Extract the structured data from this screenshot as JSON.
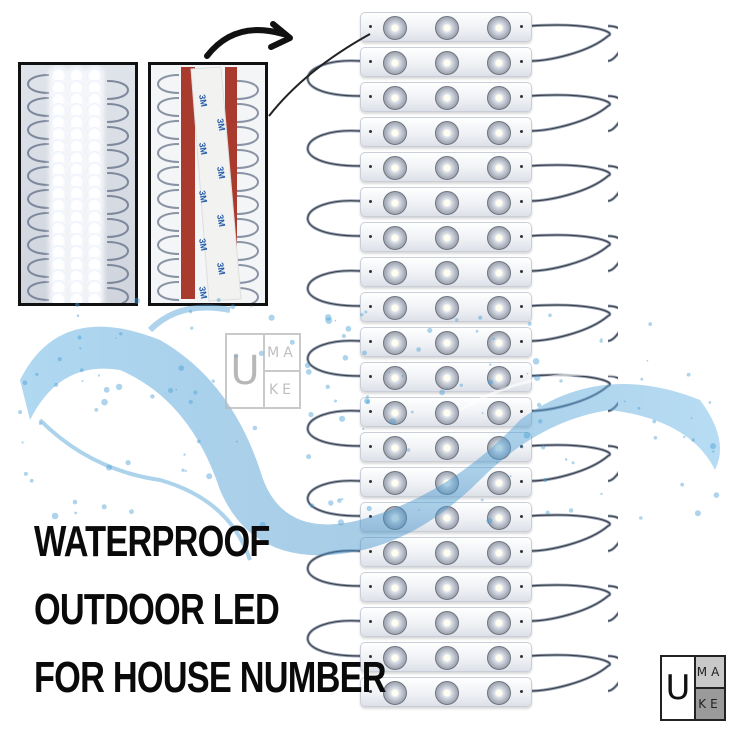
{
  "headline": {
    "line1": "WATERPROOF",
    "line2": "OUTDOOR LED",
    "line3": "FOR HOUSE NUMBER"
  },
  "logo": {
    "letter": "U",
    "top": "MA",
    "bottom": "KE"
  },
  "watermark": {
    "letter": "U",
    "top": "MA",
    "bottom": "KE"
  },
  "inset_tape_label": "3M",
  "colors": {
    "headline": "#0a0a0a",
    "water": "#4a9fd4",
    "logo_border": "#222222",
    "logo_top": "#c8c8c8",
    "logo_bottom": "#9a9a9a",
    "tape_red": "#a83a2e"
  },
  "stack": {
    "module_count": 20,
    "leds_per_module": 3
  },
  "inset_lit": {
    "rows": 20,
    "cols": 3
  },
  "inset_tape": {
    "rows": 20
  }
}
